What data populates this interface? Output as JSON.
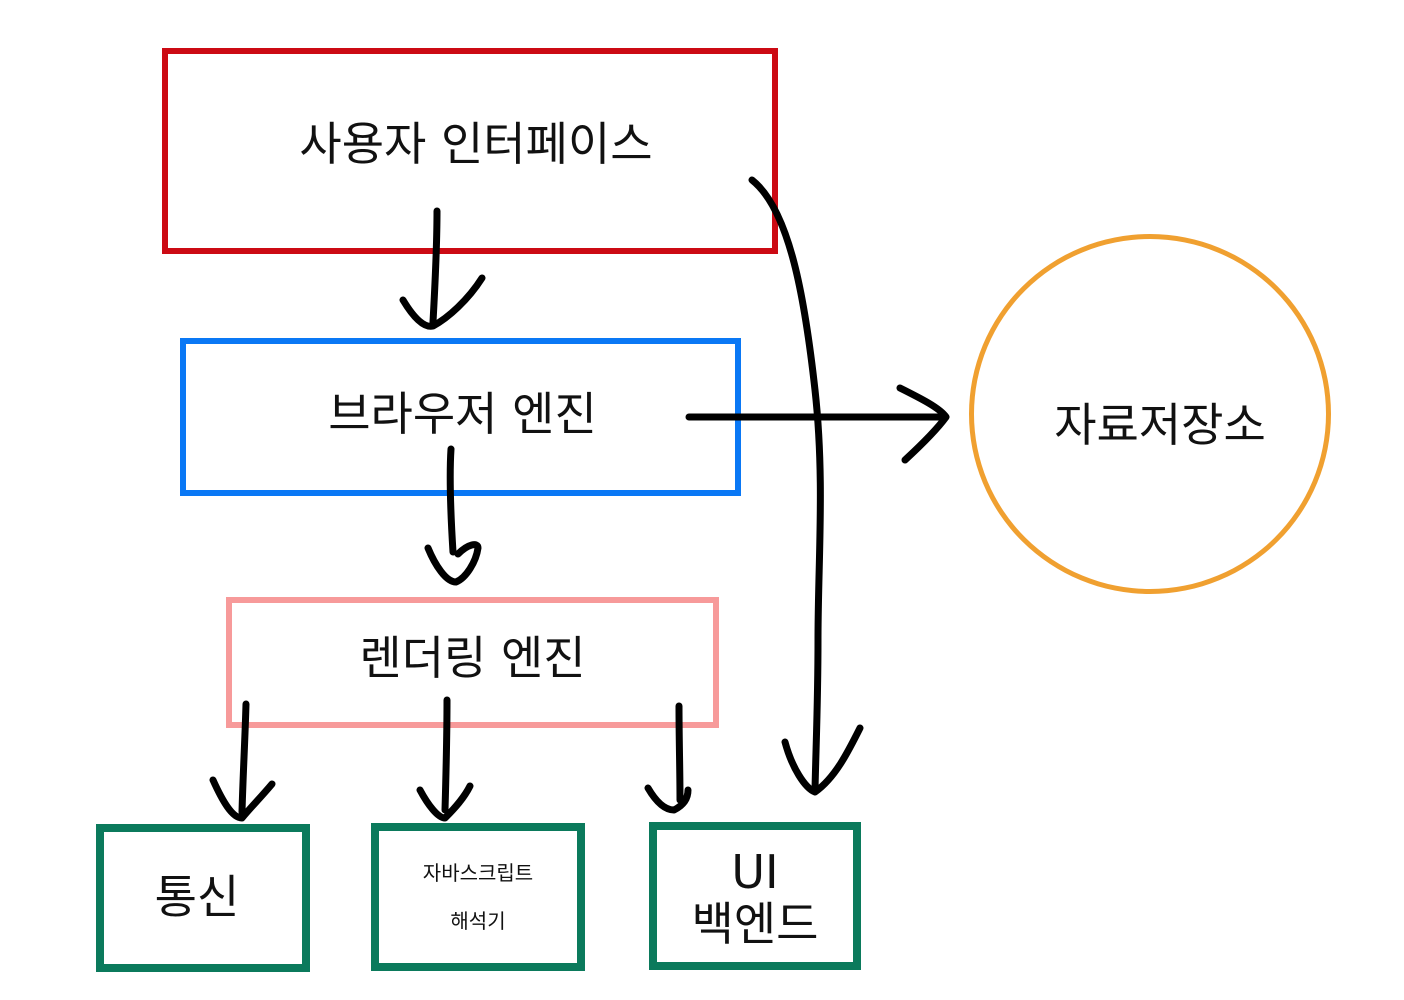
{
  "nodes": {
    "user_interface": "사용자 인터페이스",
    "browser_engine": "브라우저 엔진",
    "rendering_engine": "렌더링 엔진",
    "networking": "통신",
    "js_interpreter_line1": "자바스크립트",
    "js_interpreter_line2": "해석기",
    "ui_backend_line1": "UI",
    "ui_backend_line2": "백엔드",
    "data_storage": "자료저장소"
  },
  "colors": {
    "user_interface_border": "#cc0a14",
    "browser_engine_border": "#0a78f5",
    "rendering_engine_border": "#f79a9a",
    "leaf_border": "#0b7a5c",
    "storage_border": "#f0a030",
    "arrow": "#000000"
  }
}
